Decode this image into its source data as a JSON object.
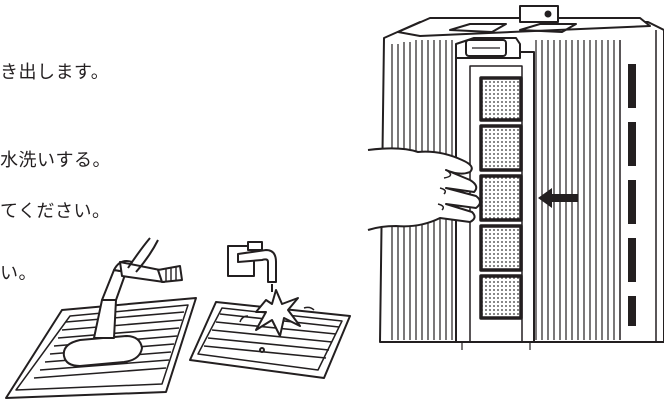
{
  "manual": {
    "lines": [
      "き出します。",
      "水洗いする。",
      "てください。",
      "い。"
    ]
  },
  "colors": {
    "ink": "#231f20",
    "paper": "#ffffff"
  },
  "icons": [
    "vacuum-cleaner-icon",
    "faucet-icon",
    "arrow-left-icon",
    "hand-icon"
  ]
}
